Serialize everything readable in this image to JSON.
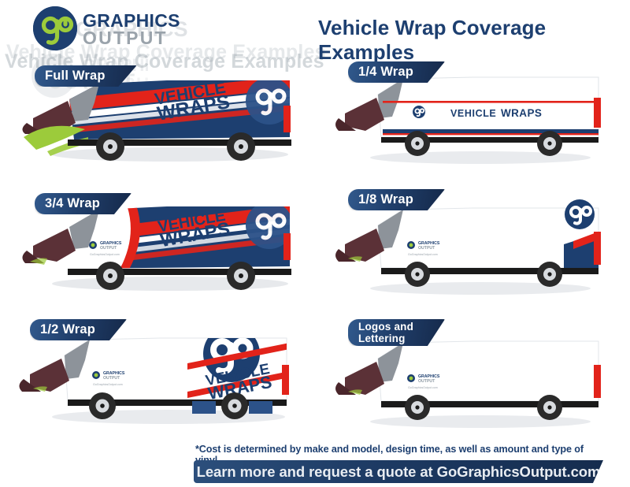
{
  "brand": {
    "mark_alt": "go-monogram-logo",
    "line1": "GRAPHICS",
    "line2": "OUTPUT",
    "circle_color": "#1d3f70",
    "accent_green": "#9ccb3b"
  },
  "header": {
    "title": "Vehicle Wrap Coverage Examples",
    "title_color": "#1d3f70"
  },
  "ghost_overlay": {
    "text_a": "Vehicle Wrap Coverage Examples",
    "text_b": "Vehicle Wrap Coverage Examples",
    "text_c": "GRAPHICS",
    "text_d": "OUTPUT"
  },
  "colors": {
    "navy": "#1d3f70",
    "deep_navy": "#15294a",
    "red": "#e2231a",
    "green": "#9ccb3b",
    "body_white": "#ffffff",
    "shadow_gray": "#9aa3ab"
  },
  "examples": [
    {
      "id": "full-wrap",
      "label": "Full Wrap",
      "coverage": "full",
      "wrap_text_line1": "VEHICLE",
      "wrap_text_line2": "WRAPS",
      "has_go_logo": true,
      "has_small_decal": false,
      "column": "left",
      "row": 1
    },
    {
      "id": "quarter-wrap",
      "label": "1/4 Wrap",
      "coverage": "quarter",
      "wrap_text_line1": "VEHICLE",
      "wrap_text_line2": "WRAPS",
      "has_go_logo": true,
      "has_small_decal": false,
      "column": "right",
      "row": 1
    },
    {
      "id": "three-quarter-wrap",
      "label": "3/4 Wrap",
      "coverage": "three-quarter",
      "wrap_text_line1": "VEHICLE",
      "wrap_text_line2": "WRAPS",
      "has_go_logo": true,
      "has_small_decal": true,
      "column": "left",
      "row": 2
    },
    {
      "id": "eighth-wrap",
      "label": "1/8 Wrap",
      "coverage": "eighth",
      "wrap_text_line1": "",
      "wrap_text_line2": "",
      "has_go_logo": true,
      "has_small_decal": true,
      "column": "right",
      "row": 2
    },
    {
      "id": "half-wrap",
      "label": "1/2 Wrap",
      "coverage": "half",
      "wrap_text_line1": "VEHICLE",
      "wrap_text_line2": "WRAPS",
      "has_go_logo": true,
      "has_small_decal": true,
      "column": "left",
      "row": 3
    },
    {
      "id": "logos-lettering",
      "label_line1": "Logos and",
      "label_line2": "Lettering",
      "label": "Logos and Lettering",
      "coverage": "decal-only",
      "wrap_text_line1": "",
      "wrap_text_line2": "",
      "has_go_logo": false,
      "has_small_decal": true,
      "column": "right",
      "row": 3
    }
  ],
  "decal": {
    "line1": "GRAPHICS",
    "line2": "OUTPUT",
    "tagline": "GoGraphicsOutput.com"
  },
  "footer": {
    "disclaimer": "*Cost is determined by make and model, design time, as well as amount and type of vinyl",
    "cta": "Learn more and request a quote at GoGraphicsOutput.com"
  }
}
